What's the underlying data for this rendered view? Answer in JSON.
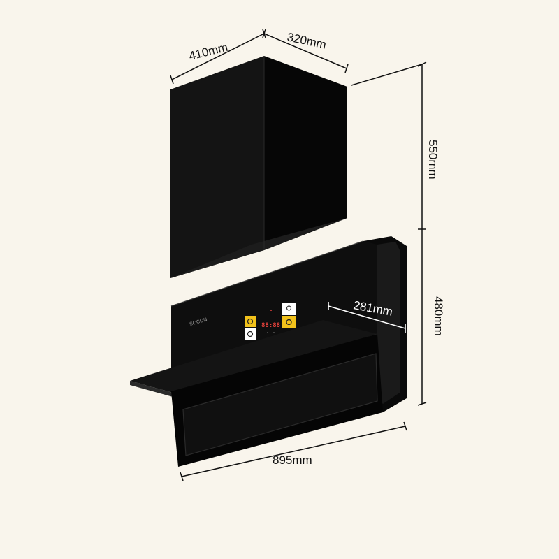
{
  "product": {
    "brand_text": "SOCON"
  },
  "dimensions": {
    "chimney_width": "410mm",
    "chimney_depth": "320mm",
    "chimney_height": "550mm",
    "body_height": "480mm",
    "body_depth": "281mm",
    "body_width": "895mm"
  },
  "control_panel": {
    "display_value": "88:88",
    "buttons": [
      {
        "icon": "fan-low-icon",
        "color": "#f2c21b"
      },
      {
        "icon": "fan-high-icon",
        "color": "#ffffff"
      },
      {
        "icon": "light-icon",
        "color": "#ffffff"
      },
      {
        "icon": "power-icon",
        "color": "#f2c21b"
      }
    ]
  },
  "colors": {
    "background": "#f9f5ec",
    "body": "#0b0b0b",
    "accent_button": "#f2c21b",
    "display": "#e0413b"
  }
}
